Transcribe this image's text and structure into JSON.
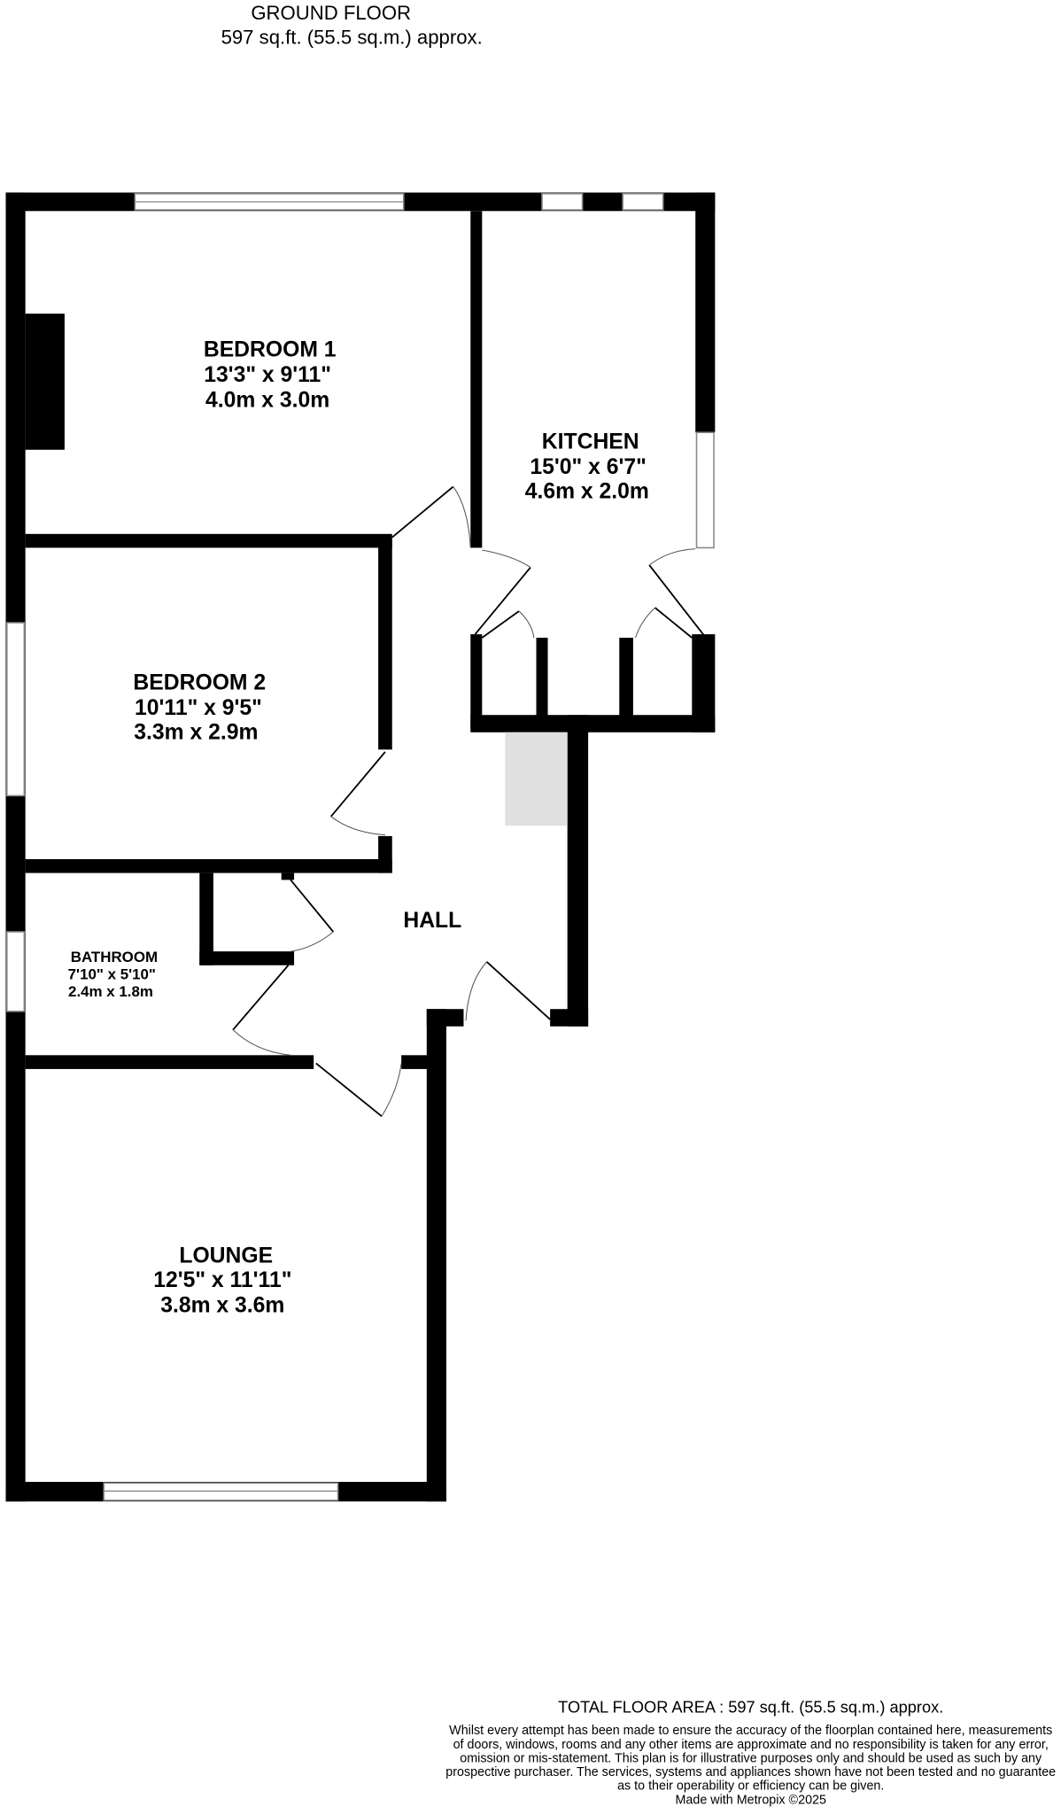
{
  "header": {
    "title": "GROUND FLOOR",
    "area": "597 sq.ft. (55.5 sq.m.) approx."
  },
  "rooms": {
    "bedroom1": {
      "name": "BEDROOM 1",
      "imperial": "13'3\"  x 9'11\"",
      "metric": "4.0m  x 3.0m"
    },
    "kitchen": {
      "name": "KITCHEN",
      "imperial": "15'0\"  x 6'7\"",
      "metric": "4.6m  x 2.0m"
    },
    "bedroom2": {
      "name": "BEDROOM 2",
      "imperial": "10'11\"  x 9'5\"",
      "metric": "3.3m  x 2.9m"
    },
    "hall": {
      "name": "HALL"
    },
    "bathroom": {
      "name": "BATHROOM",
      "imperial": "7'10\"  x 5'10\"",
      "metric": "2.4m  x 1.8m"
    },
    "lounge": {
      "name": "LOUNGE",
      "imperial": "12'5\"  x 11'11\"",
      "metric": "3.8m  x 3.6m"
    }
  },
  "footer": {
    "total": "TOTAL FLOOR AREA : 597 sq.ft. (55.5 sq.m.) approx.",
    "disclaimer": [
      "Whilst every attempt has been made to ensure the accuracy of the floorplan contained here, measurements",
      "of doors, windows, rooms and any other items are approximate and no responsibility is taken for any error,",
      "omission or mis-statement. This plan is for illustrative purposes only and should be used as such by any",
      "prospective purchaser. The services, systems and appliances shown have not been tested and no guarantee",
      "as to their operability or efficiency can be given."
    ],
    "credit": "Made with Metropix ©2025"
  },
  "colors": {
    "wall": "#000000",
    "stair": "#e0e0e0"
  }
}
